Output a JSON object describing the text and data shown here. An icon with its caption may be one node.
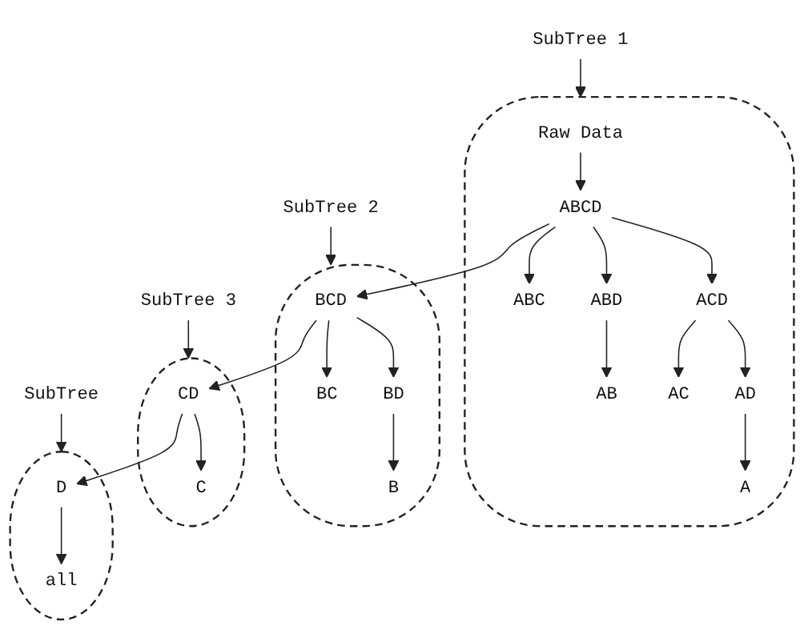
{
  "diagram": {
    "nodes": [
      {
        "text": [],
        "shape": "ellipse"
      },
      {
        "text": [
          "Raw Data"
        ],
        "in": 0
      },
      {
        "text": [
          "ABCD"
        ],
        "in": 0
      },
      {
        "text": [
          "ABC"
        ],
        "in": 0
      },
      {
        "text": [
          "ABD"
        ],
        "in": 0
      },
      {
        "text": [
          "ACD"
        ],
        "in": 0
      },
      {
        "text": [
          "AB"
        ],
        "in": 0
      },
      {
        "text": [
          "AC"
        ],
        "in": 0
      },
      {
        "text": [
          "AD"
        ],
        "in": 0
      },
      {
        "text": [
          "A"
        ],
        "in": 0
      },
      {
        "text": [],
        "shape": "ellipse"
      },
      {
        "text": [
          "BCD"
        ],
        "in": 10
      },
      {
        "text": [
          "BC"
        ],
        "in": 10
      },
      {
        "text": [
          "BD"
        ],
        "in": 10
      },
      {
        "text": [
          "B"
        ],
        "in": 10
      },
      {
        "text": [],
        "shape": "ellipse"
      },
      {
        "text": [
          "CD"
        ],
        "in": 15
      },
      {
        "text": [
          "C"
        ],
        "in": 15
      },
      {
        "text": [],
        "shape": "ellipse"
      },
      {
        "text": [
          "D"
        ],
        "in": 18
      },
      {
        "text": [
          "all"
        ],
        "in": 18
      },
      {
        "text": [
          "SubTree 1"
        ]
      },
      {
        "text": [
          "SubTree 2"
        ]
      },
      {
        "text": [
          "SubTree 3"
        ]
      },
      {
        "text": [
          "SubTree"
        ]
      }
    ],
    "edges": [
      {
        "from": 1,
        "to": 2,
        "arrow": "to"
      },
      {
        "from": 2,
        "to": 3,
        "arrow": "to"
      },
      {
        "from": 2,
        "to": 4,
        "arrow": "to"
      },
      {
        "from": 2,
        "to": 5,
        "arrow": "to"
      },
      {
        "from": 2,
        "to": 11,
        "arrow": "to"
      },
      {
        "from": 4,
        "to": 6,
        "arrow": "to"
      },
      {
        "from": 5,
        "to": 7,
        "arrow": "to"
      },
      {
        "from": 5,
        "to": 8,
        "arrow": "to"
      },
      {
        "from": 8,
        "to": 9,
        "arrow": "to"
      },
      {
        "from": 11,
        "to": 12,
        "arrow": "to"
      },
      {
        "from": 11,
        "to": 13,
        "arrow": "to"
      },
      {
        "from": 11,
        "to": 16,
        "arrow": "to"
      },
      {
        "from": 13,
        "to": 14,
        "arrow": "to"
      },
      {
        "from": 16,
        "to": 17,
        "arrow": "to"
      },
      {
        "from": 16,
        "to": 19,
        "arrow": "to"
      },
      {
        "from": 19,
        "to": 20,
        "arrow": "to"
      },
      {
        "from": 21,
        "to": 0,
        "arrow": "to"
      },
      {
        "from": 22,
        "to": 10,
        "arrow": "to"
      },
      {
        "from": 23,
        "to": 15,
        "arrow": "to"
      },
      {
        "from": 24,
        "to": 18,
        "arrow": "to"
      }
    ]
  }
}
